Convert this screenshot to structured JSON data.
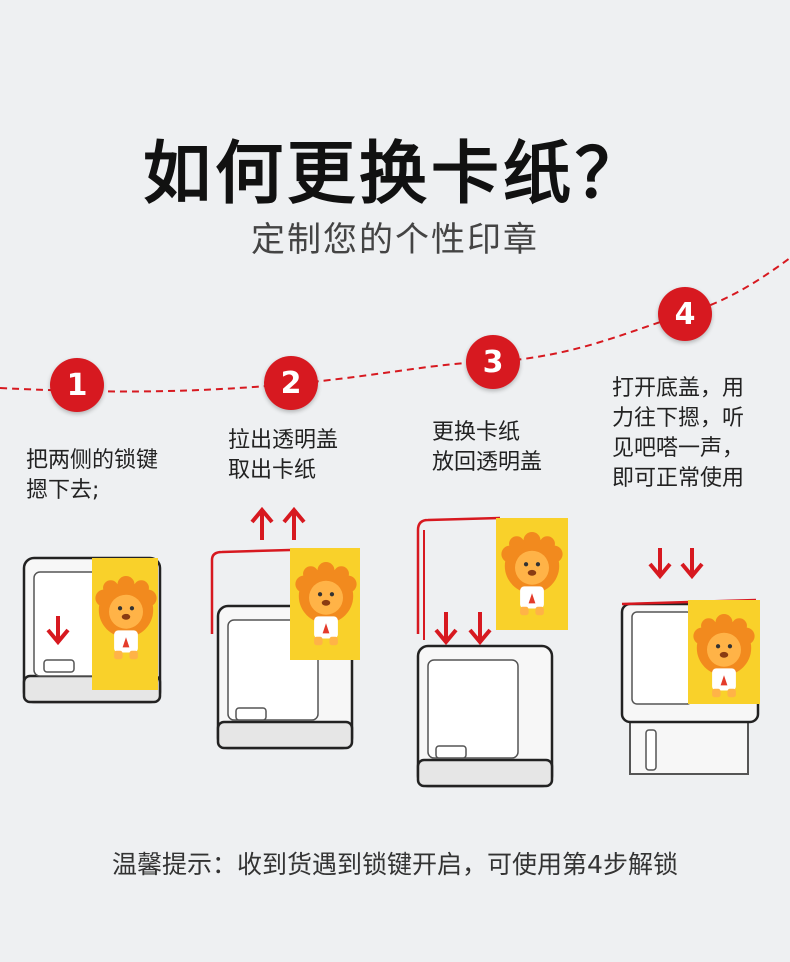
{
  "title": "如何更换卡纸？",
  "subtitle": "定制您的个性印章",
  "steps": [
    {
      "number": "1",
      "text": "把两侧的锁键\n摁下去;"
    },
    {
      "number": "2",
      "text": "拉出透明盖\n取出卡纸"
    },
    {
      "number": "3",
      "text": "更换卡纸\n放回透明盖"
    },
    {
      "number": "4",
      "text": "打开底盖，用\n力往下摁，听\n见吧嗒一声，\n即可正常使用"
    }
  ],
  "tip": "温馨提示：收到货遇到锁键开启，可使用第4步解锁",
  "colors": {
    "accent": "#d71920",
    "card": "#f9d12a",
    "lion": "#f28a1e"
  }
}
